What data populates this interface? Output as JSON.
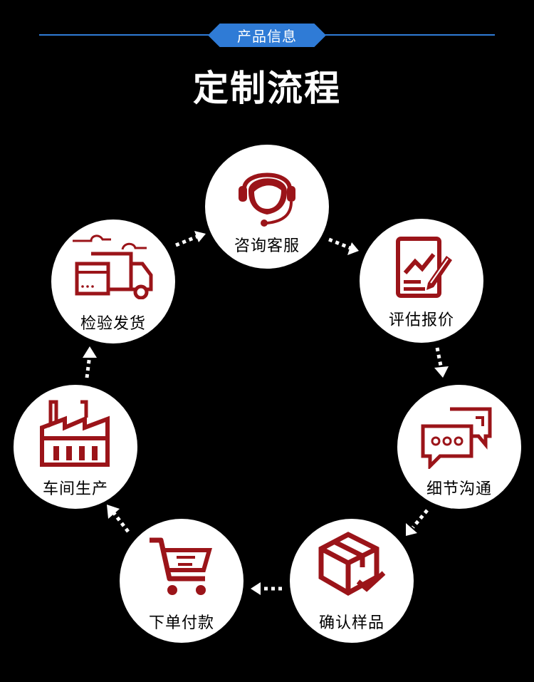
{
  "header": {
    "tag": "产品信息",
    "title": "定制流程"
  },
  "colors": {
    "accent_blue": "#2f7bd6",
    "icon_red": "#9b1419",
    "background": "#000000"
  },
  "steps": [
    {
      "label": "咨询客服",
      "icon": "headset-agent-icon"
    },
    {
      "label": "评估报价",
      "icon": "document-pen-icon"
    },
    {
      "label": "细节沟通",
      "icon": "chat-bubbles-icon"
    },
    {
      "label": "确认样品",
      "icon": "box-check-icon"
    },
    {
      "label": "下单付款",
      "icon": "shopping-cart-icon"
    },
    {
      "label": "车间生产",
      "icon": "factory-icon"
    },
    {
      "label": "检验发货",
      "icon": "delivery-truck-icon"
    }
  ]
}
